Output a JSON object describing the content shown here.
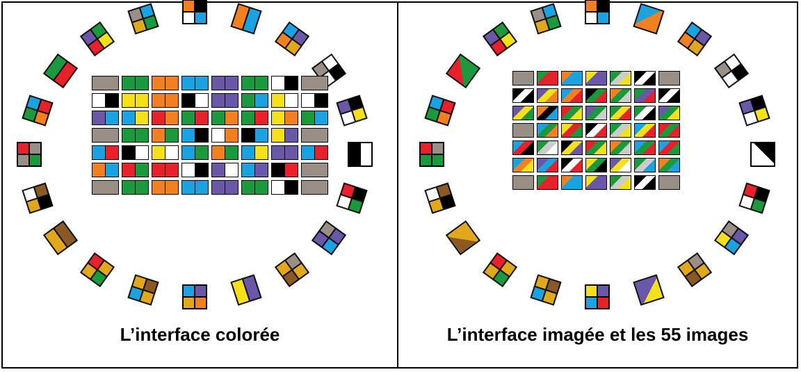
{
  "captions": {
    "left": "L’interface colorée",
    "right": "L’interface imagée et les 55 images"
  },
  "palette": {
    "gr": "#9a8f87",
    "g": "#1a9a3c",
    "o": "#f28020",
    "b": "#1aa3e0",
    "y": "#f4e11a",
    "p": "#6a57a8",
    "r": "#e8202a",
    "k": "#000000",
    "w": "#ffffff",
    "br": "#8a5a24",
    "gd": "#e0a81a"
  },
  "left_grid": {
    "rows": [
      [
        "gr",
        "gg",
        "oo",
        "bb",
        "pp",
        "gg",
        "wk",
        "gr"
      ],
      [
        "wk",
        "yy",
        "oo",
        "kw",
        "pp",
        "gb",
        "yw",
        "wk"
      ],
      [
        "pb",
        "by",
        "ro",
        "gr",
        "go",
        "gr",
        "yo",
        "gb"
      ],
      [
        "gr",
        "gg",
        "og",
        "bk",
        "wo",
        "kb",
        "yp",
        "gr"
      ],
      [
        "br",
        "kw",
        "yw",
        "bg",
        "og",
        "by",
        "pp",
        "br"
      ],
      [
        "ob",
        "rg",
        "rr",
        "wk",
        "pw",
        "bp",
        "kr",
        "gr"
      ],
      [
        "gr",
        "gg",
        "oo",
        "bb",
        "pp",
        "gg",
        "wk",
        "gr"
      ]
    ]
  },
  "right_grid": {
    "rows": [
      [
        "gr",
        "grr",
        "obb",
        "ypp",
        "gdy",
        "kwk",
        "gr"
      ],
      [
        "kw",
        "pyo",
        "bor",
        "kgr",
        "ogd",
        "gpr",
        "kw"
      ],
      [
        "pyg",
        "okb",
        "rgy",
        "pgd",
        "gyr",
        "gwk",
        "pgy"
      ],
      [
        "gr",
        "bgo",
        "yrg",
        "kwr",
        "gdy",
        "byr",
        "rg"
      ],
      [
        "brk",
        "gdw",
        "kyp",
        "rgy",
        "ogd",
        "bgr",
        "brg"
      ],
      [
        "boy",
        "pbr",
        "kwr",
        "ygk",
        "pyw",
        "gdb",
        "ogb"
      ],
      [
        "gr",
        "grr",
        "obb",
        "ypp",
        "gdy",
        "kwk",
        "gr"
      ]
    ]
  },
  "left_ring": [
    {
      "c": [
        "o",
        "k",
        "w",
        "b"
      ]
    },
    {
      "c": [
        "o",
        "b"
      ],
      "t": "t2v"
    },
    {
      "c": [
        "b",
        "p",
        "o",
        "gd"
      ]
    },
    {
      "c": [
        "w",
        "k",
        "gr",
        "w"
      ]
    },
    {
      "c": [
        "k",
        "y",
        "p",
        "w"
      ]
    },
    {
      "c": [
        "w",
        "k"
      ],
      "t": "t2h"
    },
    {
      "c": [
        "k",
        "g",
        "r",
        "w"
      ]
    },
    {
      "c": [
        "p",
        "b",
        "gr",
        "p"
      ]
    },
    {
      "c": [
        "gd",
        "br",
        "gr",
        "gd"
      ]
    },
    {
      "c": [
        "p",
        "y"
      ],
      "t": "t2v"
    },
    {
      "c": [
        "o",
        "gd",
        "p",
        "b"
      ]
    },
    {
      "c": [
        "gd",
        "b",
        "br",
        "gd"
      ]
    },
    {
      "c": [
        "g",
        "gd",
        "gd",
        "r"
      ]
    },
    {
      "c": [
        "gd",
        "br"
      ],
      "t": "t2h"
    },
    {
      "c": [
        "gd",
        "w",
        "k",
        "br"
      ]
    },
    {
      "c": [
        "gr",
        "r",
        "g",
        "gr"
      ]
    },
    {
      "c": [
        "g",
        "b",
        "o",
        "r"
      ]
    },
    {
      "c": [
        "g",
        "r"
      ],
      "t": "t2h"
    },
    {
      "c": [
        "p",
        "g",
        "r",
        "y"
      ]
    },
    {
      "c": [
        "gr",
        "b",
        "gd",
        "g"
      ]
    }
  ],
  "right_ring": [
    {
      "c": [
        "o",
        "k",
        "w",
        "b"
      ]
    },
    {
      "c": [
        "b",
        "o"
      ],
      "t": "t1"
    },
    {
      "c": [
        "b",
        "p",
        "o",
        "gd"
      ]
    },
    {
      "c": [
        "w",
        "k",
        "gr",
        "w"
      ]
    },
    {
      "c": [
        "k",
        "y",
        "p",
        "w"
      ]
    },
    {
      "c": [
        "k",
        "w"
      ],
      "t": "t1"
    },
    {
      "c": [
        "k",
        "g",
        "r",
        "w"
      ]
    },
    {
      "c": [
        "p",
        "b",
        "gr",
        "y"
      ]
    },
    {
      "c": [
        "gd",
        "br",
        "gr",
        "gd"
      ]
    },
    {
      "c": [
        "y",
        "p"
      ],
      "t": "t1"
    },
    {
      "c": [
        "r",
        "b",
        "p",
        "y"
      ]
    },
    {
      "c": [
        "gd",
        "b",
        "br",
        "gd"
      ]
    },
    {
      "c": [
        "g",
        "gd",
        "gd",
        "r"
      ]
    },
    {
      "c": [
        "br",
        "gd"
      ],
      "t": "t1"
    },
    {
      "c": [
        "gd",
        "w",
        "k",
        "br"
      ]
    },
    {
      "c": [
        "g",
        "r",
        "g",
        "gr"
      ]
    },
    {
      "c": [
        "g",
        "b",
        "o",
        "r"
      ]
    },
    {
      "c": [
        "r",
        "g"
      ],
      "t": "t1"
    },
    {
      "c": [
        "p",
        "g",
        "r",
        "y"
      ]
    },
    {
      "c": [
        "gr",
        "b",
        "gd",
        "g"
      ]
    }
  ]
}
